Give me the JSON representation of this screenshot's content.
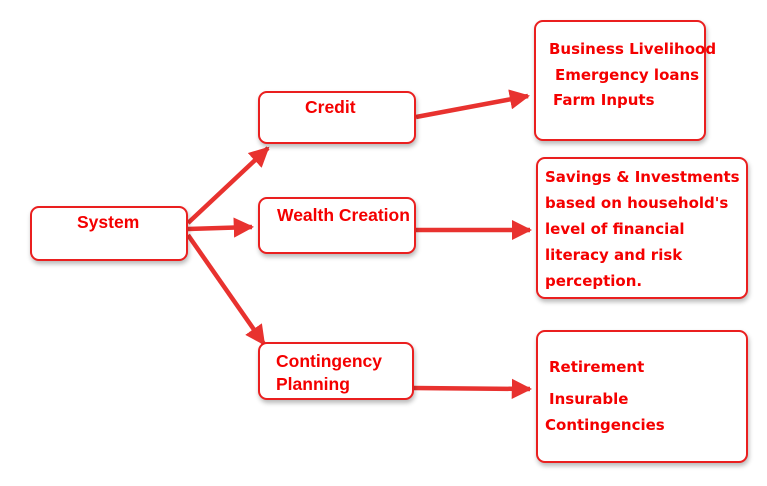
{
  "root": {
    "label": "System"
  },
  "categories": [
    {
      "label": "Credit"
    },
    {
      "label": "Wealth Creation"
    },
    {
      "label": "Contingency Planning"
    }
  ],
  "details": [
    {
      "lines": [
        "Business Livelihood",
        "Emergency loans",
        "Farm Inputs"
      ]
    },
    {
      "lines": [
        "Savings & Investments",
        "based on household's",
        "level of financial",
        "literacy and risk",
        "perception."
      ]
    },
    {
      "lines": [
        "Retirement",
        "Insurable",
        "Contingencies"
      ]
    }
  ],
  "colors": {
    "accent": "#f40000",
    "border": "#ea1f1f",
    "arrow": "#e8322f"
  }
}
